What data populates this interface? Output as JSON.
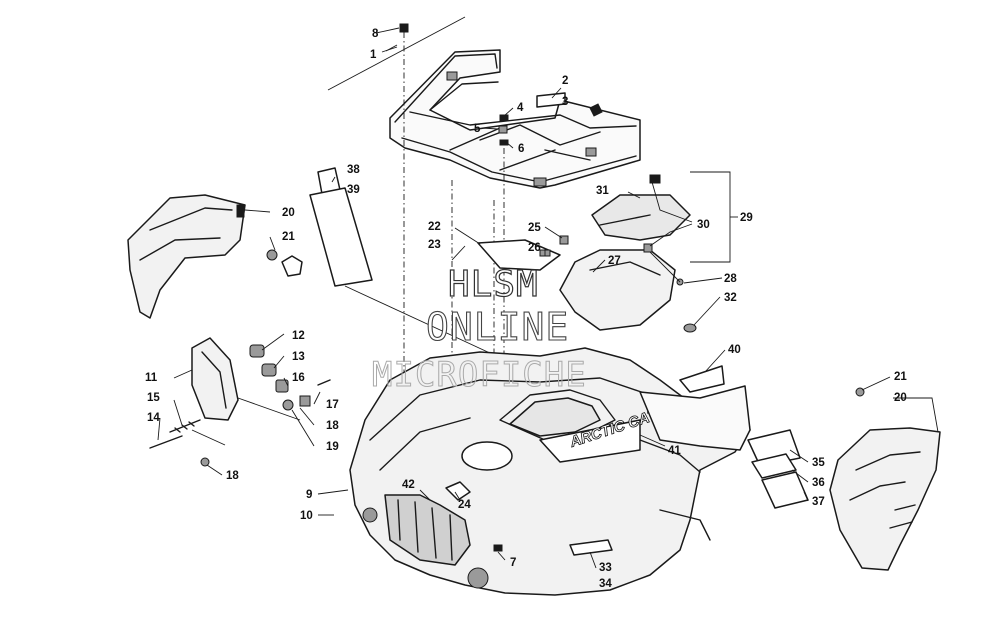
{
  "callouts": {
    "c1": "1",
    "c2": "2",
    "c3": "3",
    "c4": "4",
    "c5": "5",
    "c6": "6",
    "c7": "7",
    "c8": "8",
    "c9": "9",
    "c10": "10",
    "c11": "11",
    "c12": "12",
    "c13": "13",
    "c14": "14",
    "c15": "15",
    "c16": "16",
    "c17": "17",
    "c18": "18",
    "c19": "19",
    "c20": "20",
    "c21": "21",
    "c22": "22",
    "c23": "23",
    "c24": "24",
    "c25": "25",
    "c26": "26",
    "c27": "27",
    "c28": "28",
    "c29": "29",
    "c30": "30",
    "c31": "31",
    "c32": "32",
    "c33": "33",
    "c34": "34",
    "c35": "35",
    "c36": "36",
    "c37": "37",
    "c38": "38",
    "c39": "39",
    "c40": "40",
    "c41": "41",
    "c42": "42"
  },
  "watermark": {
    "line1": "HLSM",
    "line2": "ONLINE",
    "line3": "MICROFICHE"
  },
  "decal_text": "ARCTIC CAT",
  "colors": {
    "line": "#1a1a1a",
    "part_fill": "#f2f2f2",
    "background": "#ffffff"
  }
}
